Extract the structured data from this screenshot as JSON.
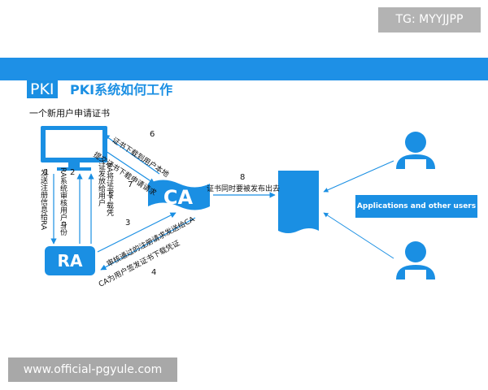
{
  "badge": {
    "text": "TG: MYYJJPP"
  },
  "header": {
    "logo": "PKI",
    "title": "PKI系统如何工作"
  },
  "subtitle": "一个新用户申请证书",
  "nodes": {
    "ra": "RA",
    "ca": "CA",
    "apps": "Applications and other users"
  },
  "steps": [
    {
      "num": "1",
      "text": "发送注册信息给RA"
    },
    {
      "num": "2",
      "text": "RA系统审核用户身份"
    },
    {
      "num": "3",
      "text": "审核通过的注册请求发送给CA"
    },
    {
      "num": "4",
      "text": "CA为用户签发证书下载凭证"
    },
    {
      "num": "5",
      "text": "RA将证书下载凭证发放给用户"
    },
    {
      "num": "6",
      "text": "证书下载到用户本地"
    },
    {
      "num": "7",
      "text": "提交证书下载申请请求"
    },
    {
      "num": "8",
      "text": "证书同时要被发布出去"
    }
  ],
  "watermark": {
    "text": "www.official-pgyule.com"
  },
  "colors": {
    "brand_blue": "#1a8fe3",
    "band_blue": "#1e90e6",
    "badge_gray": "#b3b3b3"
  },
  "icons": [
    "computer-monitor-icon",
    "ca-scroll-icon",
    "certificate-repository-icon",
    "user-icon",
    "user-icon"
  ]
}
